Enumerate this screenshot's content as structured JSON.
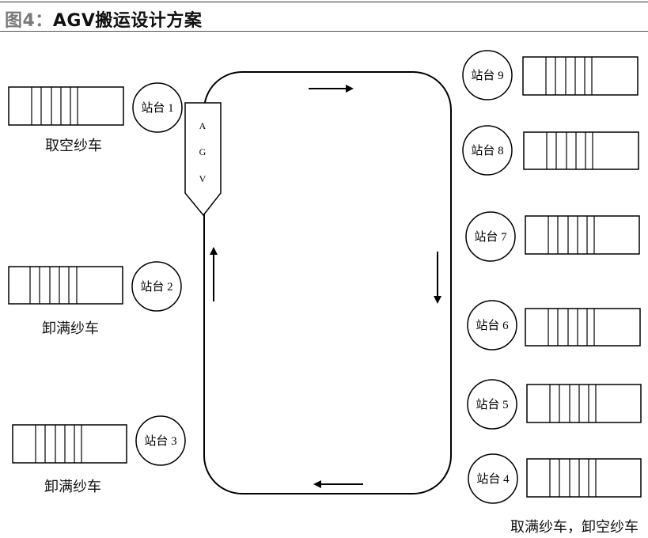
{
  "figure": {
    "title_prefix": "图4：",
    "title": "AGV搬运设计方案"
  },
  "agv": {
    "letters": [
      "A",
      "G",
      "V"
    ]
  },
  "stations": {
    "s1": "站台 1",
    "s2": "站台 2",
    "s3": "站台 3",
    "s4": "站台 4",
    "s5": "站台 5",
    "s6": "站台 6",
    "s7": "站台 7",
    "s8": "站台 8",
    "s9": "站台 9"
  },
  "captions": {
    "station1": "取空纱车",
    "station2": "卸满纱车",
    "station3": "卸满纱车",
    "right_side": "取满纱车，卸空纱车"
  }
}
